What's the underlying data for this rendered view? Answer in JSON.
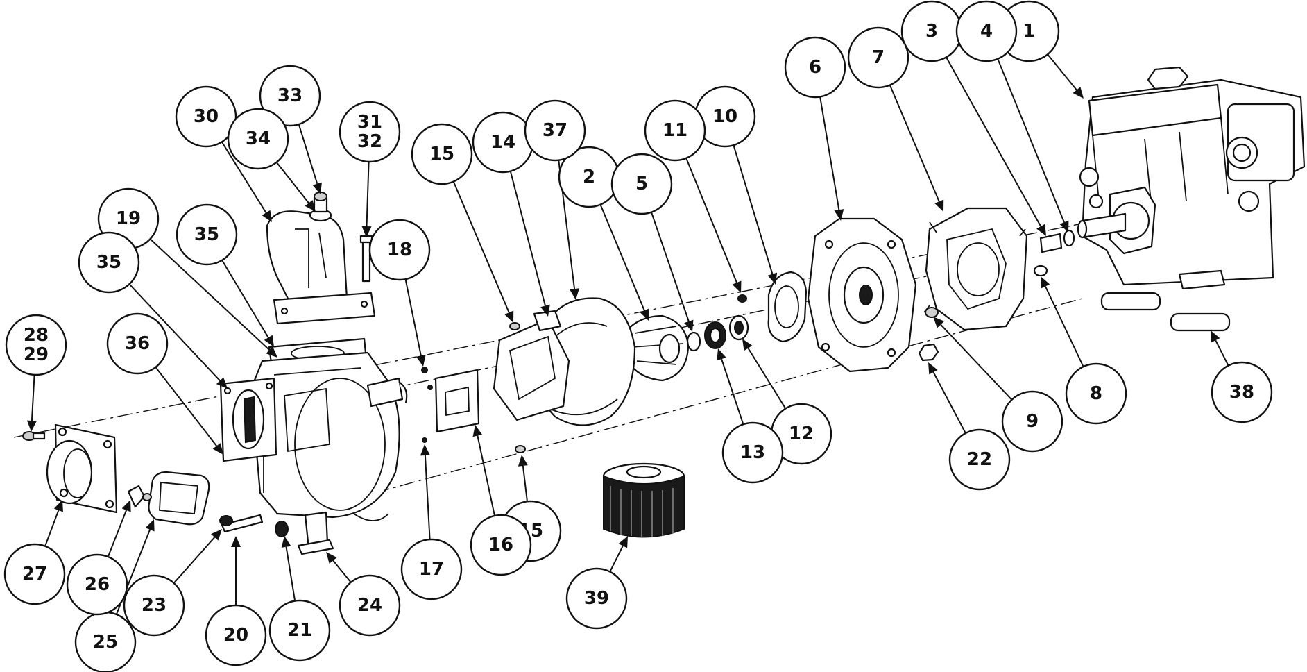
{
  "callouts": [
    {
      "id": "1",
      "lines": [
        "1"
      ]
    },
    {
      "id": "2",
      "lines": [
        "2"
      ]
    },
    {
      "id": "3",
      "lines": [
        "3"
      ]
    },
    {
      "id": "4",
      "lines": [
        "4"
      ]
    },
    {
      "id": "5",
      "lines": [
        "5"
      ]
    },
    {
      "id": "6",
      "lines": [
        "6"
      ]
    },
    {
      "id": "7",
      "lines": [
        "7"
      ]
    },
    {
      "id": "8",
      "lines": [
        "8"
      ]
    },
    {
      "id": "9",
      "lines": [
        "9"
      ]
    },
    {
      "id": "10",
      "lines": [
        "10"
      ]
    },
    {
      "id": "11",
      "lines": [
        "11"
      ]
    },
    {
      "id": "12",
      "lines": [
        "12"
      ]
    },
    {
      "id": "13",
      "lines": [
        "13"
      ]
    },
    {
      "id": "14",
      "lines": [
        "14"
      ]
    },
    {
      "id": "15a",
      "lines": [
        "15"
      ]
    },
    {
      "id": "15b",
      "lines": [
        "15"
      ]
    },
    {
      "id": "16",
      "lines": [
        "16"
      ]
    },
    {
      "id": "17",
      "lines": [
        "17"
      ]
    },
    {
      "id": "18",
      "lines": [
        "18"
      ]
    },
    {
      "id": "19",
      "lines": [
        "19"
      ]
    },
    {
      "id": "20",
      "lines": [
        "20"
      ]
    },
    {
      "id": "21",
      "lines": [
        "21"
      ]
    },
    {
      "id": "22",
      "lines": [
        "22"
      ]
    },
    {
      "id": "23",
      "lines": [
        "23"
      ]
    },
    {
      "id": "24",
      "lines": [
        "24"
      ]
    },
    {
      "id": "25",
      "lines": [
        "25"
      ]
    },
    {
      "id": "26",
      "lines": [
        "26"
      ]
    },
    {
      "id": "27",
      "lines": [
        "27"
      ]
    },
    {
      "id": "28-29",
      "lines": [
        "28",
        "29"
      ]
    },
    {
      "id": "30",
      "lines": [
        "30"
      ]
    },
    {
      "id": "31-32",
      "lines": [
        "31",
        "32"
      ]
    },
    {
      "id": "33",
      "lines": [
        "33"
      ]
    },
    {
      "id": "34",
      "lines": [
        "34"
      ]
    },
    {
      "id": "35a",
      "lines": [
        "35"
      ]
    },
    {
      "id": "35b",
      "lines": [
        "35"
      ]
    },
    {
      "id": "36",
      "lines": [
        "36"
      ]
    },
    {
      "id": "37",
      "lines": [
        "37"
      ]
    },
    {
      "id": "38",
      "lines": [
        "38"
      ]
    },
    {
      "id": "39",
      "lines": [
        "39"
      ]
    }
  ]
}
